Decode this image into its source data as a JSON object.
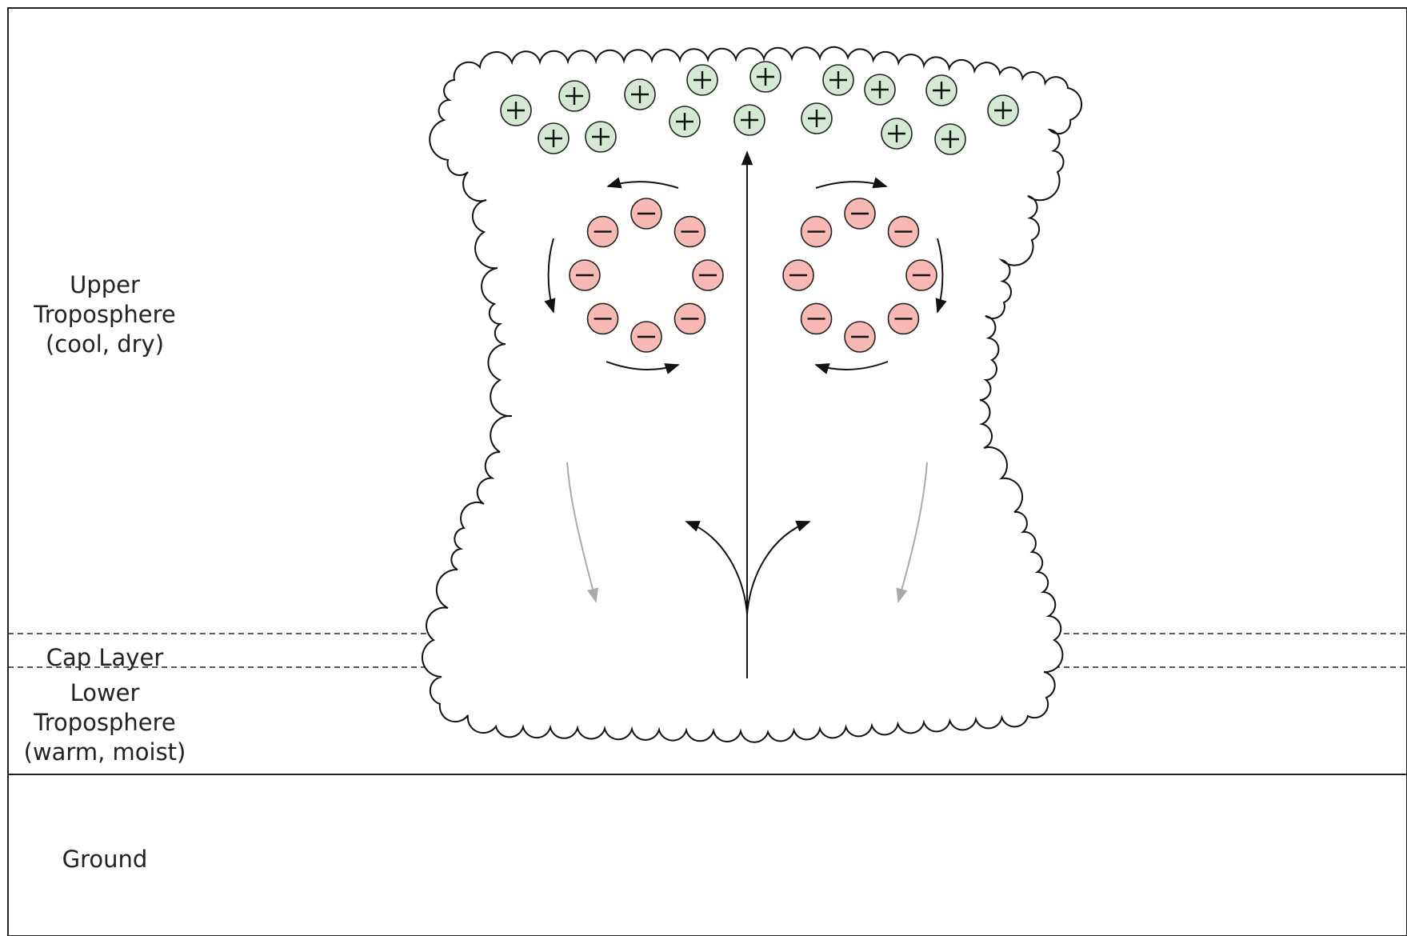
{
  "labels": {
    "upper": [
      "Upper",
      "Troposphere",
      "(cool, dry)"
    ],
    "cap": "Cap Layer",
    "lower": [
      "Lower",
      "Troposphere",
      "(warm, moist)"
    ],
    "ground": "Ground"
  },
  "charges": {
    "positive_symbol": "+",
    "negative_symbol": "−",
    "positive_fill": "#d5e8d4",
    "negative_fill": "#f8b8b4",
    "stroke": "#222222"
  },
  "colors": {
    "line": "#111111",
    "faint_arrow": "#aaaaaa"
  }
}
